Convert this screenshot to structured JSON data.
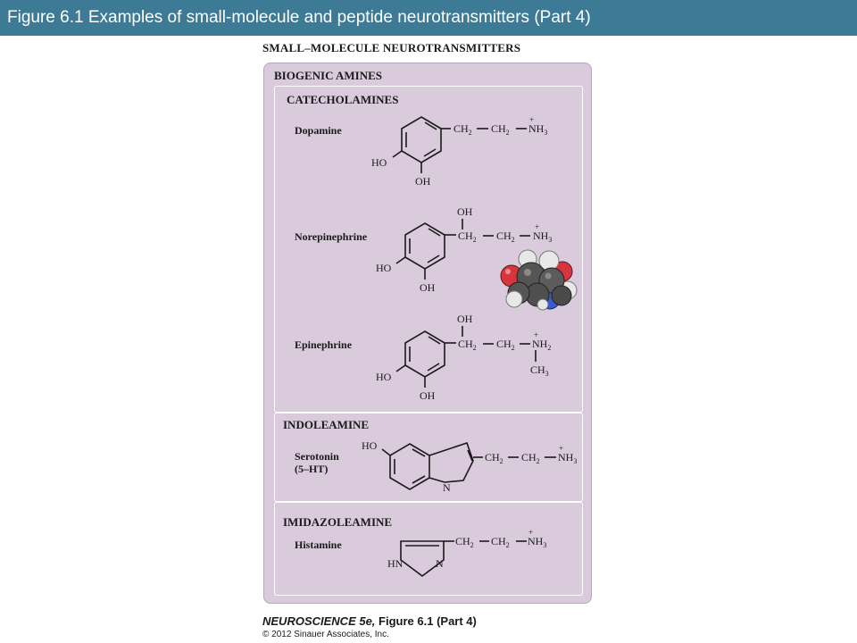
{
  "title_bar": {
    "text": "Figure 6.1  Examples of small-molecule and peptide neurotransmitters (Part 4)"
  },
  "figure": {
    "heading": "SMALL–MOLECULE NEUROTRANSMITTERS",
    "panel_label": "BIOGENIC AMINES",
    "sections": [
      {
        "label": "CATECHOLAMINES"
      },
      {
        "label": "INDOLEAMINE"
      },
      {
        "label": "IMIDAZOLEAMINE"
      }
    ],
    "compounds": {
      "dopamine": {
        "name": "Dopamine"
      },
      "norepinephrine": {
        "name": "Norepinephrine"
      },
      "epinephrine": {
        "name": "Epinephrine"
      },
      "serotonin": {
        "name": "Serotonin",
        "abbr": "(5–HT)"
      },
      "histamine": {
        "name": "Histamine"
      }
    },
    "atoms": {
      "ch": "CH",
      "nh": "NH",
      "n": "N",
      "ho": "HO",
      "oh": "OH",
      "hn": "HN",
      "sub2": "2",
      "sub3": "3",
      "plus": "+"
    },
    "colors": {
      "title_bar": "#3d7a96",
      "panel_bg": "#d9cadc",
      "section_border": "#ffffff",
      "carbon": "#555555",
      "oxygen": "#d8343c",
      "nitrogen": "#3a5bd0",
      "hydrogen": "#e8e8e8"
    }
  },
  "footer": {
    "book": "NEUROSCIENCE 5e,",
    "figure_ref": "Figure 6.1 (Part 4)",
    "copyright": "© 2012 Sinauer Associates, Inc."
  }
}
